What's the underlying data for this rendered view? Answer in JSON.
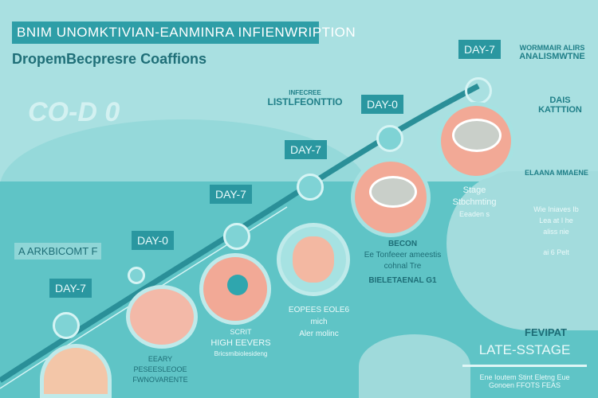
{
  "header": {
    "title": "BNIM UNOMKTIVIAN-EANMINRA INFIENWRIPTION",
    "subtitle": "DropemBecpresre Coaffions",
    "ghost_text": "CO-D 0"
  },
  "day_labels": [
    "DAY-7",
    "DAY-0",
    "DAY-7",
    "DAY-7",
    "DAY-0",
    "DAY-7"
  ],
  "left_label": "A ARKBICOMT F",
  "annotations": {
    "top_mid": [
      "INFECREE",
      "LISTLFEONTTIO"
    ],
    "top_right": [
      "WORMMAIR ALIRS",
      "ANALISMWTNE"
    ],
    "right_mid": [
      "DAIS",
      "KATTTION"
    ],
    "right_box": "ELAANA MMAENE",
    "right_notes": [
      "Wie Iniaves Ib",
      "Lea at I he",
      "aliss nie",
      "ai 6 Pelt"
    ],
    "stage": [
      "Stage",
      "Stbchmting",
      "Eeaden s"
    ],
    "brain_caption": [
      "BECON",
      "Ee Tonfeeer ameestis",
      "cohnal Tre",
      "BIELETAENAL G1"
    ],
    "tube_caption": [
      "EOPEES EOLE6 mich",
      "Aler molinc"
    ],
    "high_fever": [
      "SCRIT",
      "HIGH EEVERS",
      "Bricsmibiolesideng"
    ],
    "early": [
      "EEARY",
      "PESEESLEOOE",
      "FWNOVARENTE"
    ],
    "late": [
      "FEVIPAT",
      "LATE-SSTAGE",
      "Ene Ioutem Stint Eletng Eue",
      "Gonoen FFOTS FEAS"
    ]
  },
  "colors": {
    "teal": "#2e9ea7",
    "salmon": "#f0a795",
    "bg": "#a9e0e1"
  }
}
